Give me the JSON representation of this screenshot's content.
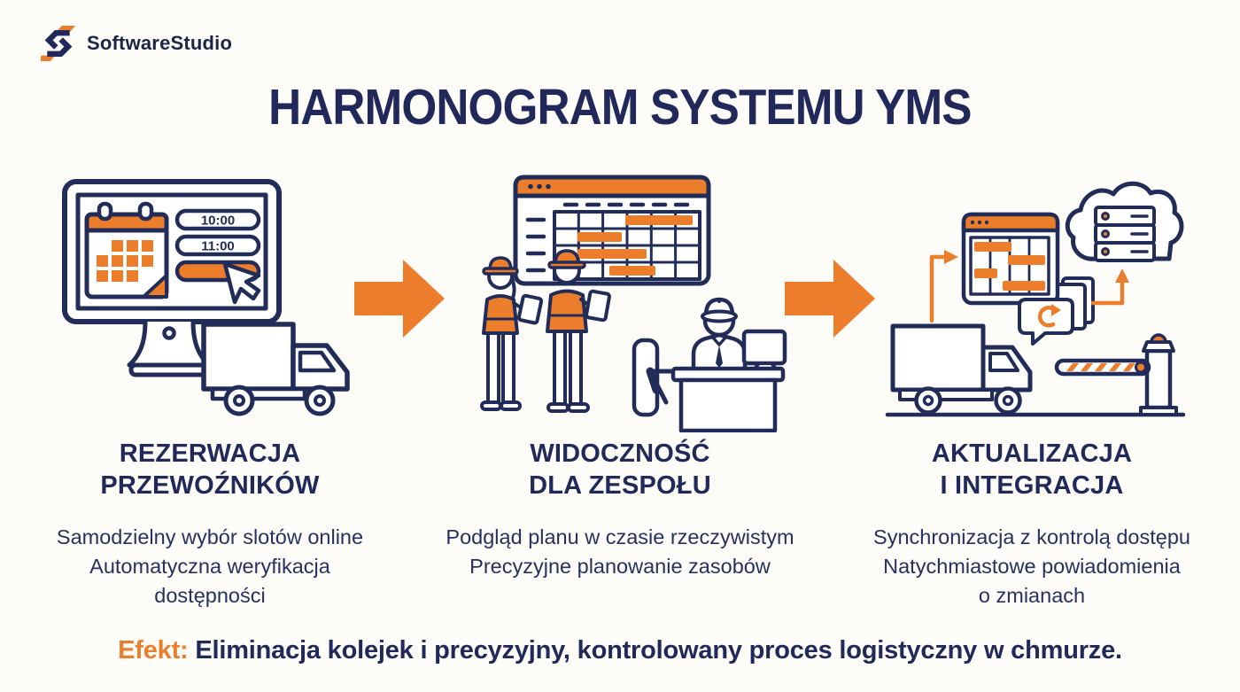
{
  "brand": {
    "name": "SoftwareStudio"
  },
  "title": "HARMONOGRAM SYSTEMU YMS",
  "colors": {
    "navy": "#222c58",
    "orange": "#ec7e2b",
    "background": "#fdfcf9"
  },
  "icons": [
    {
      "name": "softwarestudio-logo",
      "desc": "angular S monogram, navy with orange accents"
    },
    {
      "name": "flow-arrow-right-icon",
      "desc": "orange block arrow pointing right"
    },
    {
      "name": "booking-illustration",
      "desc": "monitor with calendar, time-slot buttons, cursor and truck"
    },
    {
      "name": "team-illustration",
      "desc": "two workers with tablets at schedule board, turnstile, guard at desk"
    },
    {
      "name": "integration-illustration",
      "desc": "truck, schedule window, sync bubble, cloud servers, barrier gate"
    }
  ],
  "steps": [
    {
      "heading": [
        "REZERWACJA",
        "PRZEWOŹNIKÓW"
      ],
      "description": [
        "Samodzielny wybór slotów online",
        "Automatyczna weryfikacja",
        "dostępności"
      ],
      "slots": [
        "10:00",
        "11:00"
      ]
    },
    {
      "heading": [
        "WIDOCZNOŚĆ",
        "DLA ZESPOŁU"
      ],
      "description": [
        "Podgląd planu w czasie rzeczywistym",
        "Precyzyjne planowanie zasobów"
      ]
    },
    {
      "heading": [
        "AKTUALIZACJA",
        "I INTEGRACJA"
      ],
      "description": [
        "Synchronizacja z kontrolą dostępu",
        "Natychmiastowe powiadomienia",
        "o zmianach"
      ]
    }
  ],
  "footer": {
    "label": "Efekt:",
    "text": " Eliminacja kolejek i precyzyjny, kontrolowany proces logistyczny w chmurze."
  }
}
